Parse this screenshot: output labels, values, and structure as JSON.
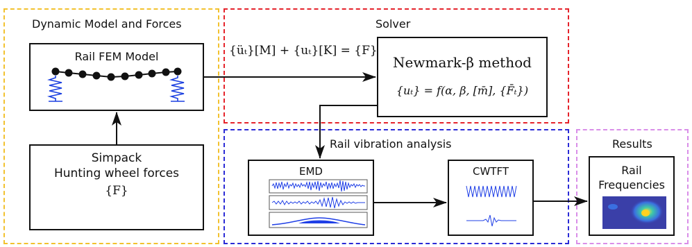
{
  "colors": {
    "dynamic_border": "#f2c12e",
    "solver_border": "#e5232b",
    "vibration_border": "#2b2bd6",
    "results_border": "#d98ee8",
    "spring": "#1a3fe0",
    "signal": "#1f3fe6"
  },
  "dynamic": {
    "title": "Dynamic Model and Forces",
    "rail_box": {
      "title": "Rail FEM Model"
    },
    "simpack_box": {
      "line1": "Simpack",
      "line2": "Hunting wheel forces",
      "force": "{F}"
    }
  },
  "solver": {
    "title": "Solver",
    "equation": "{üₜ}[M] + {uₜ}[K] = {F}",
    "newmark": {
      "title": "Newmark-β method",
      "formula": "{uₜ} = f(α, β, [m̄], {F̄ₜ})"
    }
  },
  "vibration": {
    "title": "Rail vibration analysis",
    "emd": {
      "title": "EMD"
    },
    "cwtft": {
      "title": "CWTFT"
    }
  },
  "results": {
    "title": "Results",
    "box": {
      "line1": "Rail",
      "line2": "Frequencies"
    }
  }
}
